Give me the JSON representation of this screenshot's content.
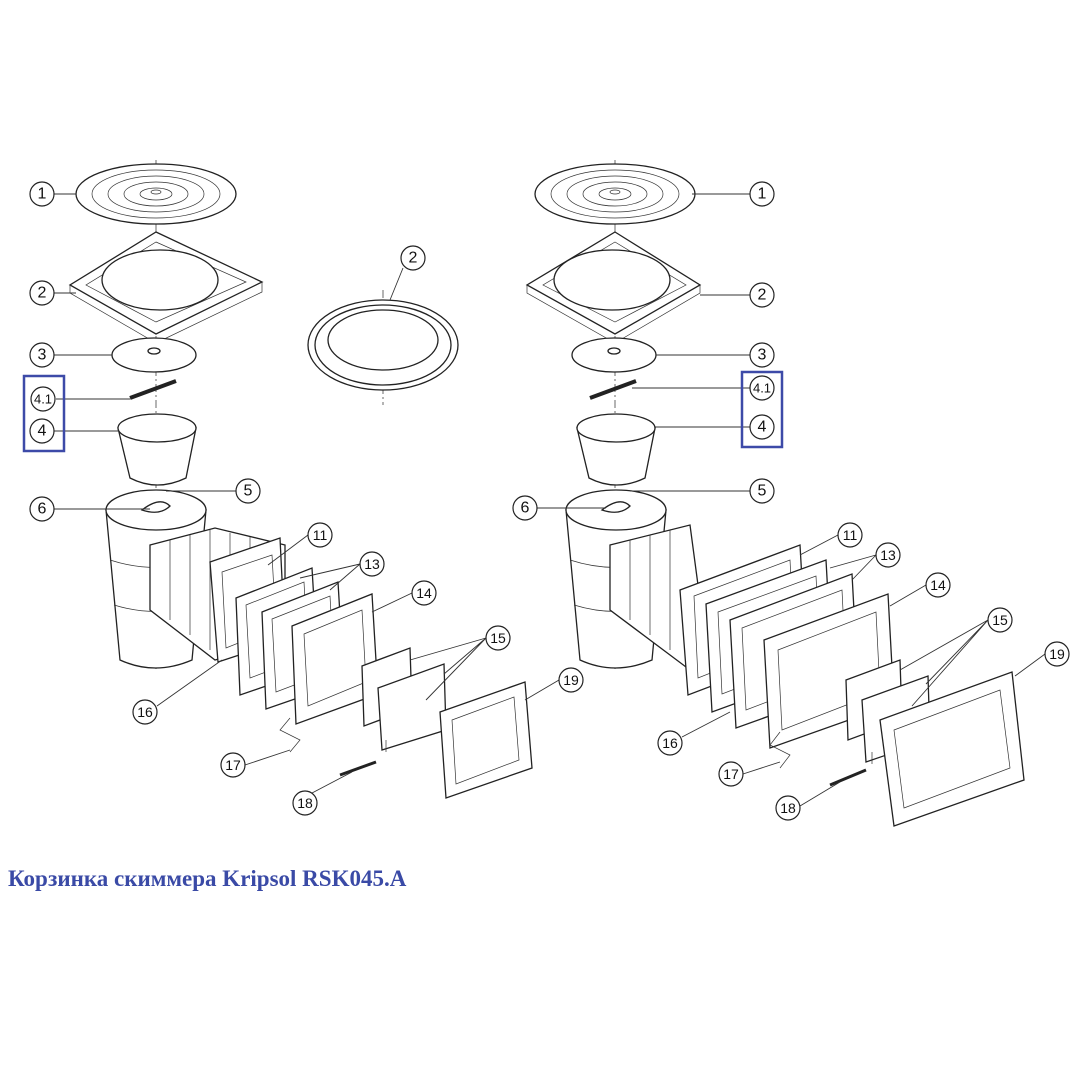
{
  "caption": "Корзинка скиммера Kripsol RSK045.A",
  "highlight_color": "#3d4aa8",
  "left_diagram": {
    "callouts": [
      "1",
      "2",
      "3",
      "4.1",
      "4",
      "6",
      "5",
      "11",
      "13",
      "14",
      "15",
      "19",
      "16",
      "17",
      "18"
    ]
  },
  "center_diagram": {
    "callouts": [
      "2"
    ]
  },
  "right_diagram": {
    "callouts": [
      "1",
      "2",
      "3",
      "4.1",
      "4",
      "5",
      "6",
      "11",
      "13",
      "14",
      "15",
      "19",
      "16",
      "17",
      "18"
    ]
  }
}
